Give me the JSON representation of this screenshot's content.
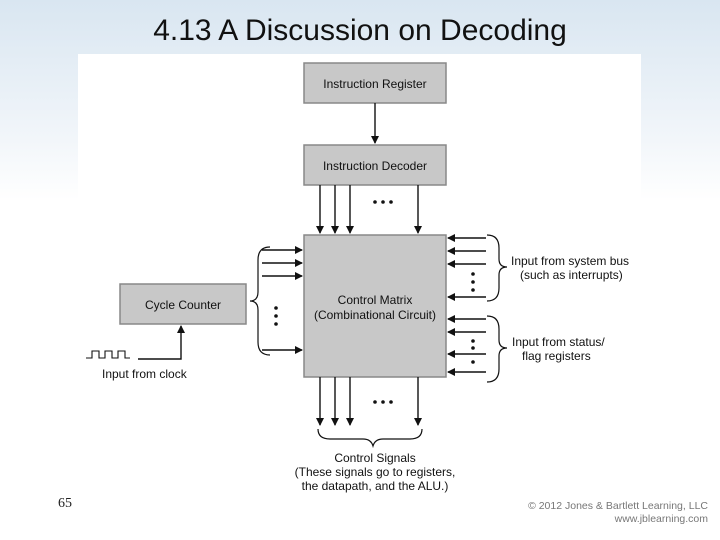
{
  "slide": {
    "title": "4.13 A Discussion on Decoding",
    "page_number": "65",
    "copyright_line1": "© 2012 Jones & Bartlett Learning, LLC",
    "copyright_line2": "www.jblearning.com"
  },
  "diagram": {
    "instruction_register": "Instruction Register",
    "instruction_decoder": "Instruction Decoder",
    "control_matrix_line1": "Control Matrix",
    "control_matrix_line2": "(Combinational Circuit)",
    "cycle_counter": "Cycle Counter",
    "input_clock": "Input from clock",
    "system_bus_line1": "Input from system bus",
    "system_bus_line2": "(such as interrupts)",
    "status_line1": "Input from status/",
    "status_line2": "flag registers",
    "control_signals_line1": "Control Signals",
    "control_signals_line2": "(These signals go to registers,",
    "control_signals_line3": "the datapath, and the ALU.)",
    "colors": {
      "box_fill": "#c8c8c8",
      "box_stroke": "#888888",
      "line": "#111111"
    }
  }
}
